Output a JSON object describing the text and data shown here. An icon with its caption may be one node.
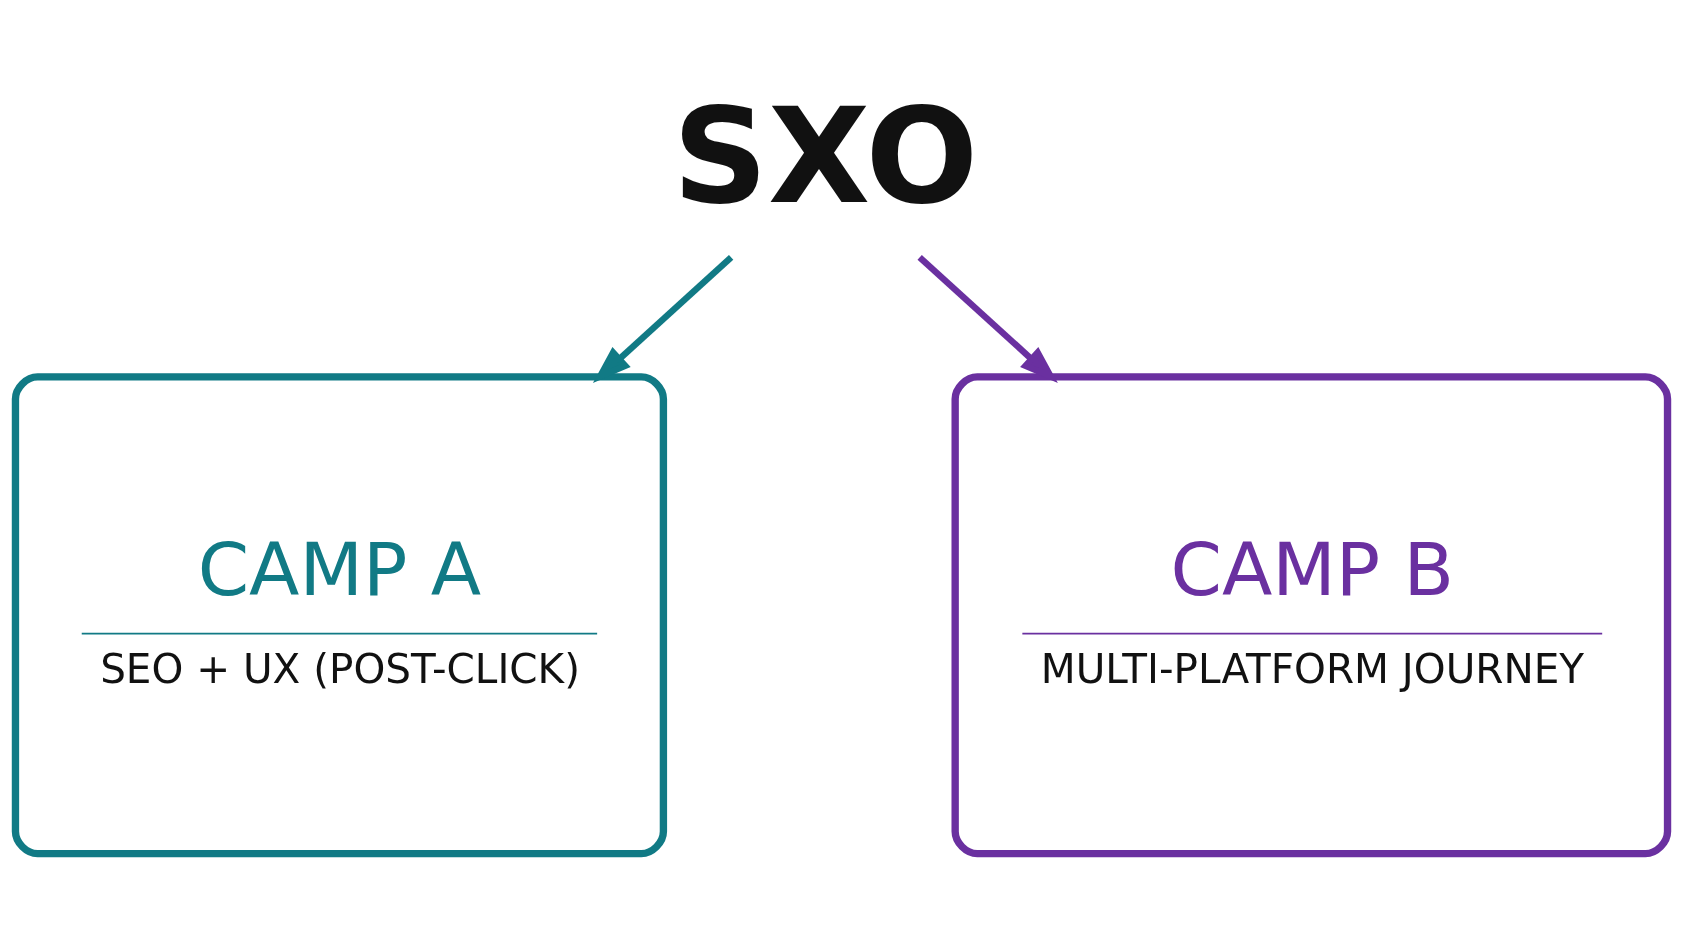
{
  "diagram": {
    "nodes": [
      {
        "text": [
          "SXO"
        ]
      },
      {
        "text": [
          "CAMP A",
          "SEO + UX (POST-CLICK)"
        ]
      },
      {
        "text": [
          "CAMP B",
          "MULTI-PLATFORM JOURNEY"
        ]
      }
    ],
    "edges": [
      {
        "from": 0,
        "to": 1,
        "arrow": "to",
        "color": "#117a85"
      },
      {
        "from": 0,
        "to": 2,
        "arrow": "to",
        "color": "#6a30a0"
      }
    ]
  }
}
